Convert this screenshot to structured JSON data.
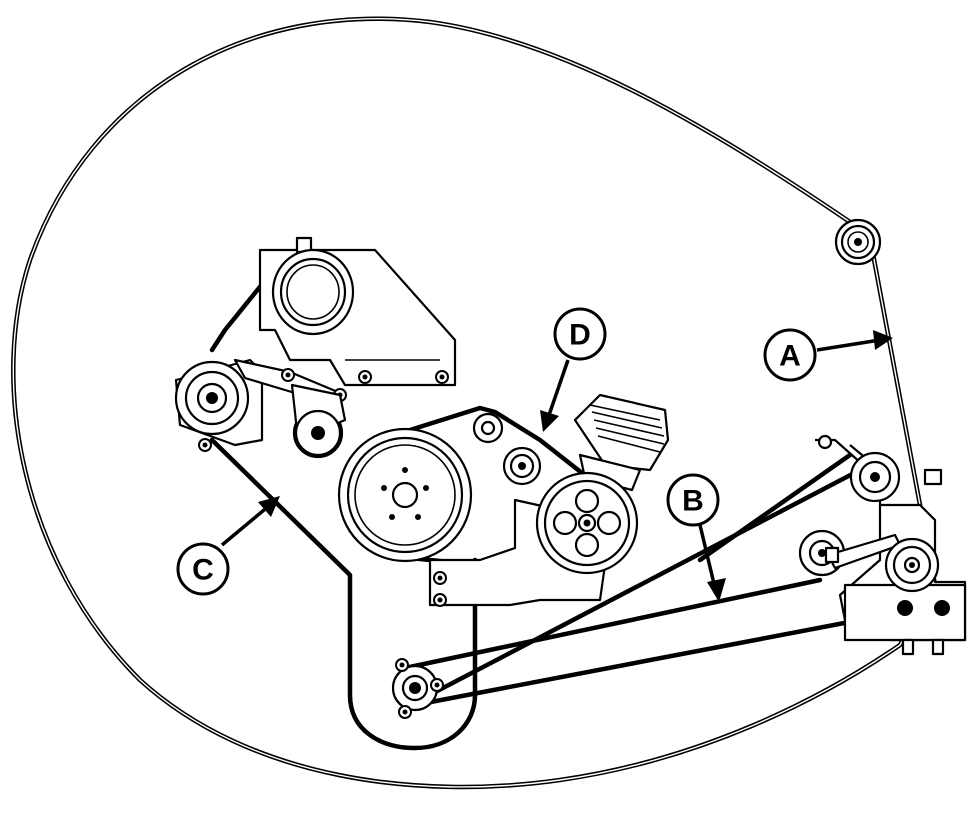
{
  "callouts": {
    "a": {
      "label": "A"
    },
    "b": {
      "label": "B"
    },
    "c": {
      "label": "C"
    },
    "d": {
      "label": "D"
    }
  }
}
